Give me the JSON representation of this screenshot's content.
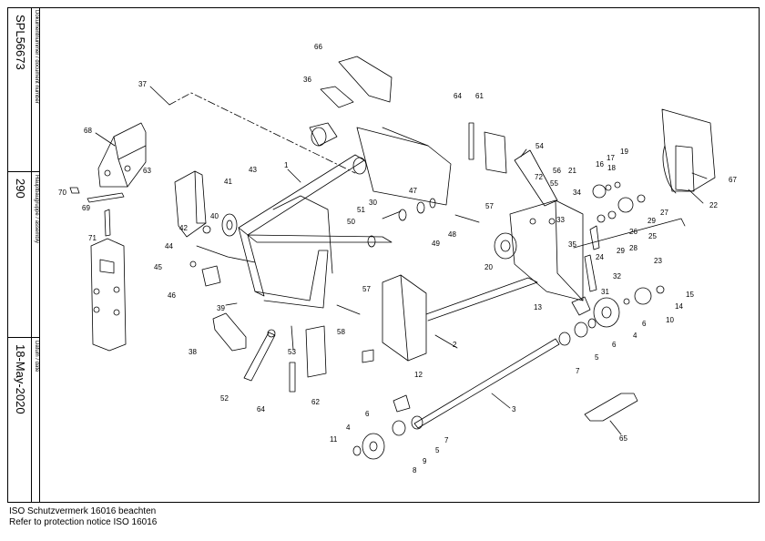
{
  "title_block": {
    "document_number_label": "Dokumentnummer / document number",
    "document_number": "SPL56673",
    "assembly_label": "Hauptbaugruppe / assembly",
    "assembly": "290",
    "date_label": "Datum / date",
    "date": "18-May-2020"
  },
  "callouts": {
    "c1": "1",
    "c2": "2",
    "c3": "3",
    "c4a": "4",
    "c4b": "4",
    "c5a": "5",
    "c5b": "5",
    "c6a": "6",
    "c6b": "6",
    "c6c": "6",
    "c7a": "7",
    "c7b": "7",
    "c8": "8",
    "c9": "9",
    "c10": "10",
    "c11": "11",
    "c12": "12",
    "c13": "13",
    "c14": "14",
    "c15": "15",
    "c16": "16",
    "c17": "17",
    "c18": "18",
    "c19": "19",
    "c20": "20",
    "c21": "21",
    "c22": "22",
    "c23": "23",
    "c24": "24",
    "c25": "25",
    "c26": "26",
    "c27": "27",
    "c28": "28",
    "c29a": "29",
    "c29b": "29",
    "c30": "30",
    "c31": "31",
    "c32": "32",
    "c33": "33",
    "c34": "34",
    "c35": "35",
    "c36": "36",
    "c37": "37",
    "c38": "38",
    "c39": "39",
    "c40": "40",
    "c41": "41",
    "c42": "42",
    "c43": "43",
    "c44": "44",
    "c45": "45",
    "c46": "46",
    "c47": "47",
    "c48": "48",
    "c49": "49",
    "c50": "50",
    "c51": "51",
    "c52": "52",
    "c53": "53",
    "c54": "54",
    "c55": "55",
    "c56": "56",
    "c57a": "57",
    "c57b": "57",
    "c58": "58",
    "c61": "61",
    "c62": "62",
    "c63": "63",
    "c64a": "64",
    "c64b": "64",
    "c65": "65",
    "c66": "66",
    "c67": "67",
    "c68": "68",
    "c69": "69",
    "c70": "70",
    "c71": "71",
    "c72": "72"
  },
  "notice": {
    "line1": "ISO Schutzvermerk 16016 beachten",
    "line2": "Refer to protection notice ISO 16016"
  }
}
